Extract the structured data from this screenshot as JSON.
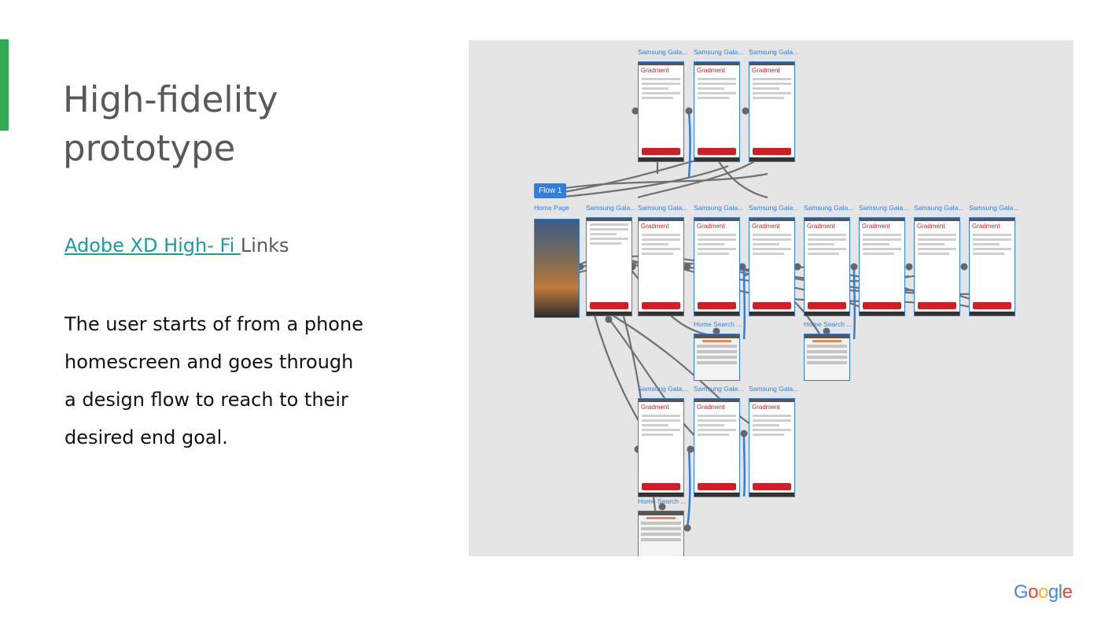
{
  "slide": {
    "title": "High-fidelity prototype",
    "link_text": "Adobe XD High- Fi ",
    "link_suffix": "Links",
    "description": "The user starts of from a phone homescreen and goes through a design flow to reach to their desired end goal.",
    "accent_color": "#34a853",
    "link_color": "#1a9ba6"
  },
  "prototype": {
    "flow_tag": "Flow 1",
    "artboards": [
      {
        "label": "Samsung Gala...",
        "brand": "Gradment"
      },
      {
        "label": "Samsung Gala...",
        "brand": "Gradment"
      },
      {
        "label": "Samsung Gala...",
        "brand": "Gradment"
      },
      {
        "label": "Home Page",
        "brand": ""
      },
      {
        "label": "Samsung Gala...",
        "brand": ""
      },
      {
        "label": "Samsung Gala...",
        "brand": "Gradment"
      },
      {
        "label": "Samsung Gala...",
        "brand": "Gradment"
      },
      {
        "label": "Samsung Gala...",
        "brand": "Gradment"
      },
      {
        "label": "Samsung Gala...",
        "brand": "Gradment"
      },
      {
        "label": "Samsung Gala...",
        "brand": "Gradment"
      },
      {
        "label": "Samsung Gala...",
        "brand": "Gradment"
      },
      {
        "label": "Samsung Gala...",
        "brand": "Gradment"
      },
      {
        "label": "Home Search ...",
        "brand": ""
      },
      {
        "label": "Home Search ...",
        "brand": ""
      },
      {
        "label": "Samsung Gala...",
        "brand": "Gradment"
      },
      {
        "label": "Samsung Gala...",
        "brand": "Gradment"
      },
      {
        "label": "Samsung Gala...",
        "brand": "Gradment"
      },
      {
        "label": "Home Search ...",
        "brand": ""
      }
    ],
    "wire_color": "#707070",
    "selection_color": "#2f7fe0",
    "brand_color": "#d21d25"
  },
  "logo": {
    "letters": [
      "G",
      "o",
      "o",
      "g",
      "l",
      "e"
    ],
    "colors": [
      "#4285f4",
      "#ea4335",
      "#fbbc05",
      "#4285f4",
      "#34a853",
      "#ea4335"
    ]
  }
}
